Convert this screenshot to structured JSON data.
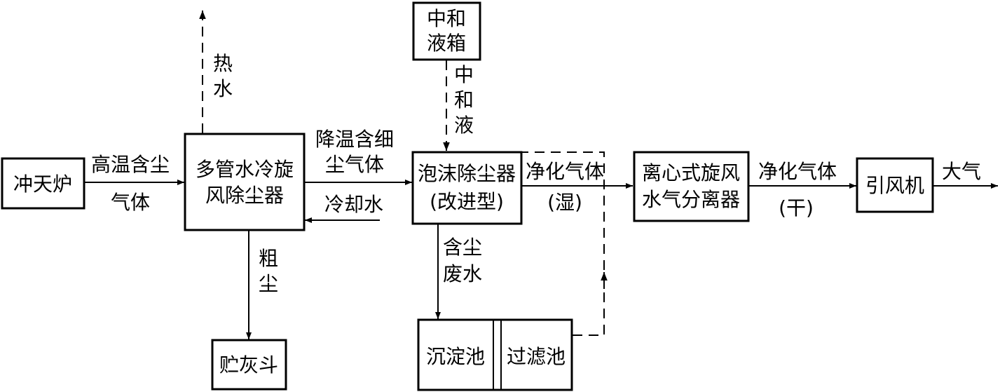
{
  "nodes": {
    "cupola": "冲天炉",
    "multi_tube_cyclone": [
      "多管水冷旋",
      "风除尘器"
    ],
    "neutralizer_tank": [
      "中和",
      "液箱"
    ],
    "foam_collector": [
      "泡沫除尘器",
      "(改进型)"
    ],
    "centrifugal_separator": [
      "离心式旋风",
      "水气分离器"
    ],
    "induced_fan": "引风机",
    "ash_hopper": "贮灰斗",
    "settling_tank": "沉淀池",
    "filter_tank": "过滤池"
  },
  "labels": {
    "hot_dusty_gas": [
      "高温含尘",
      "气体"
    ],
    "hot_water": [
      "热",
      "水"
    ],
    "cooled_fine_dust_gas": [
      "降温含细",
      "尘气体"
    ],
    "cooling_water": "冷却水",
    "coarse_dust": [
      "粗",
      "尘"
    ],
    "neutralizing_liquid": [
      "中",
      "和",
      "液"
    ],
    "clean_gas_wet": [
      "净化气体",
      "(湿)"
    ],
    "dusty_wastewater": [
      "含尘",
      "废水"
    ],
    "clean_gas_dry": [
      "净化气体",
      "(干)"
    ],
    "atmosphere": "大气"
  }
}
